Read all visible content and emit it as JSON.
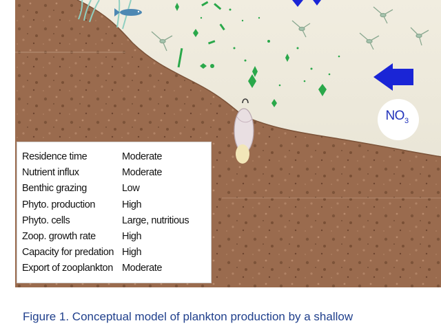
{
  "nutrient": {
    "base": "NO",
    "subscript": "3"
  },
  "conditions": [
    {
      "label": "Residence time",
      "value": "Moderate"
    },
    {
      "label": "Nutrient influx",
      "value": "Moderate"
    },
    {
      "label": "Benthic grazing",
      "value": "Low"
    },
    {
      "label": "Phyto. production",
      "value": "High"
    },
    {
      "label": "Phyto. cells",
      "value": "Large, nutritious"
    },
    {
      "label": "Zoop. growth rate",
      "value": "High"
    },
    {
      "label": "Capacity for predation",
      "value": "High"
    },
    {
      "label": "Export of zooplankton",
      "value": "Moderate"
    }
  ],
  "caption": "Figure 1. Conceptual model of plankton production by a shallow",
  "colors": {
    "water": "#e9e5d6",
    "sediment": "#9a6b4e",
    "plankton": "#2aa84a",
    "arrow": "#1a25d6",
    "caption": "#1f3f8c"
  }
}
